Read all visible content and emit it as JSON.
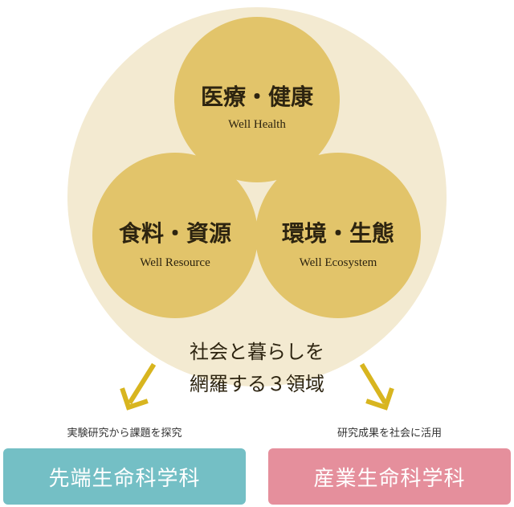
{
  "colors": {
    "outer_circle": "#f3ead1",
    "inner_circle": "#e2c46a",
    "arrow": "#d8b51f",
    "text_dark": "#2d2410",
    "dept_left": "#74bfc5",
    "dept_right": "#e58f9c"
  },
  "domains": {
    "health": {
      "jp": "医療・健康",
      "en": "Well Health"
    },
    "resource": {
      "jp": "食料・資源",
      "en": "Well Resource"
    },
    "ecosystem": {
      "jp": "環境・生態",
      "en": "Well Ecosystem"
    }
  },
  "center_text": {
    "line1": "社会と暮らしを",
    "line2": "網羅する３領域"
  },
  "departments": {
    "left": {
      "caption": "実験研究から課題を探究",
      "name": "先端生命科学科"
    },
    "right": {
      "caption": "研究成果を社会に活用",
      "name": "産業生命科学科"
    }
  }
}
